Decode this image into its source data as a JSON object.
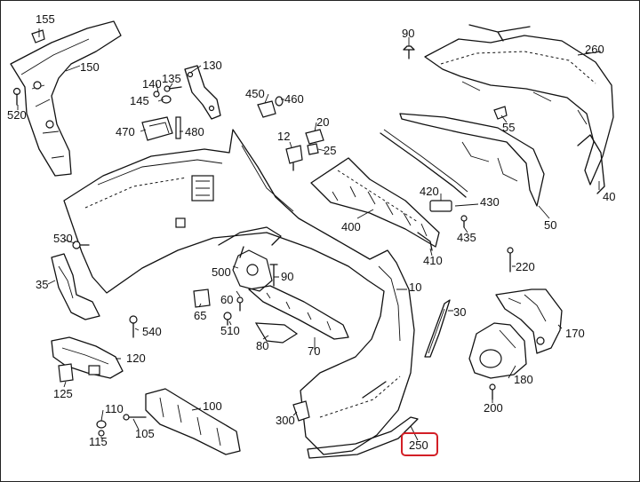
{
  "diagram": {
    "part_numbers": {
      "p155": "155",
      "p150": "150",
      "p520": "520",
      "p140": "140",
      "p135": "135",
      "p145": "145",
      "p130": "130",
      "p470": "470",
      "p480": "480",
      "p450": "450",
      "p460": "460",
      "p90a": "90",
      "p260": "260",
      "p20": "20",
      "p12": "12",
      "p25": "25",
      "p55": "55",
      "p420": "420",
      "p430": "430",
      "p435": "435",
      "p400": "400",
      "p410": "410",
      "p40": "40",
      "p50": "50",
      "p530": "530",
      "p35": "35",
      "p500": "500",
      "p90b": "90",
      "p65": "65",
      "p60": "60",
      "p510": "510",
      "p80": "80",
      "p70": "70",
      "p10": "10",
      "p30": "30",
      "p220": "220",
      "p170": "170",
      "p540": "540",
      "p120": "120",
      "p125": "125",
      "p180": "180",
      "p200": "200",
      "p110": "110",
      "p115": "115",
      "p105": "105",
      "p100": "100",
      "p300": "300",
      "p250": "250"
    },
    "highlight_color": "#d31f26"
  }
}
